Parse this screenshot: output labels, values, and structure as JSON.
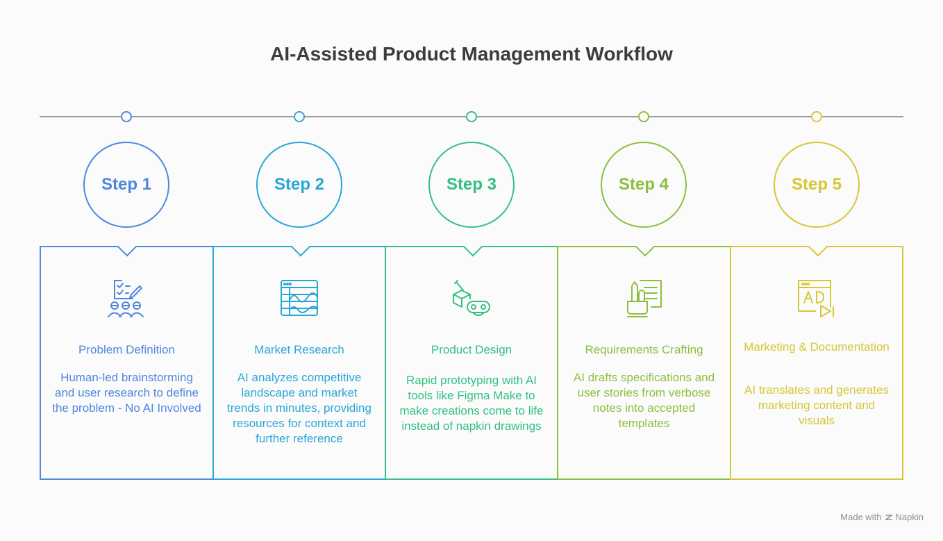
{
  "title": "AI-Assisted Product Management Workflow",
  "credit": {
    "made_with": "Made with",
    "brand": "Napkin"
  },
  "steps": [
    {
      "label": "Step 1",
      "icon": "checklist-team-icon",
      "title": "Problem Definition",
      "description": "Human-led brainstorming and user research to define the problem - No AI Involved",
      "color": "#4f87df"
    },
    {
      "label": "Step 2",
      "icon": "browser-chart-icon",
      "title": "Market Research",
      "description": "AI analyzes competitive landscape and market trends in minutes, providing resources for context and further reference",
      "color": "#2aa7d7"
    },
    {
      "label": "Step 3",
      "icon": "vr-prototype-icon",
      "title": "Product Design",
      "description": "Rapid prototyping with AI tools like Figma Make to make creations come to life instead of napkin drawings",
      "color": "#34c083"
    },
    {
      "label": "Step 4",
      "icon": "document-pencil-cup-icon",
      "title": "Requirements Crafting",
      "description": "AI drafts specifications and user stories from verbose notes into accepted templates",
      "color": "#8dbf3c"
    },
    {
      "label": "Step 5",
      "icon": "ai-media-icon",
      "title": "Marketing & Documentation",
      "description": "AI translates and generates marketing content and visuals",
      "color": "#d6c734"
    }
  ]
}
